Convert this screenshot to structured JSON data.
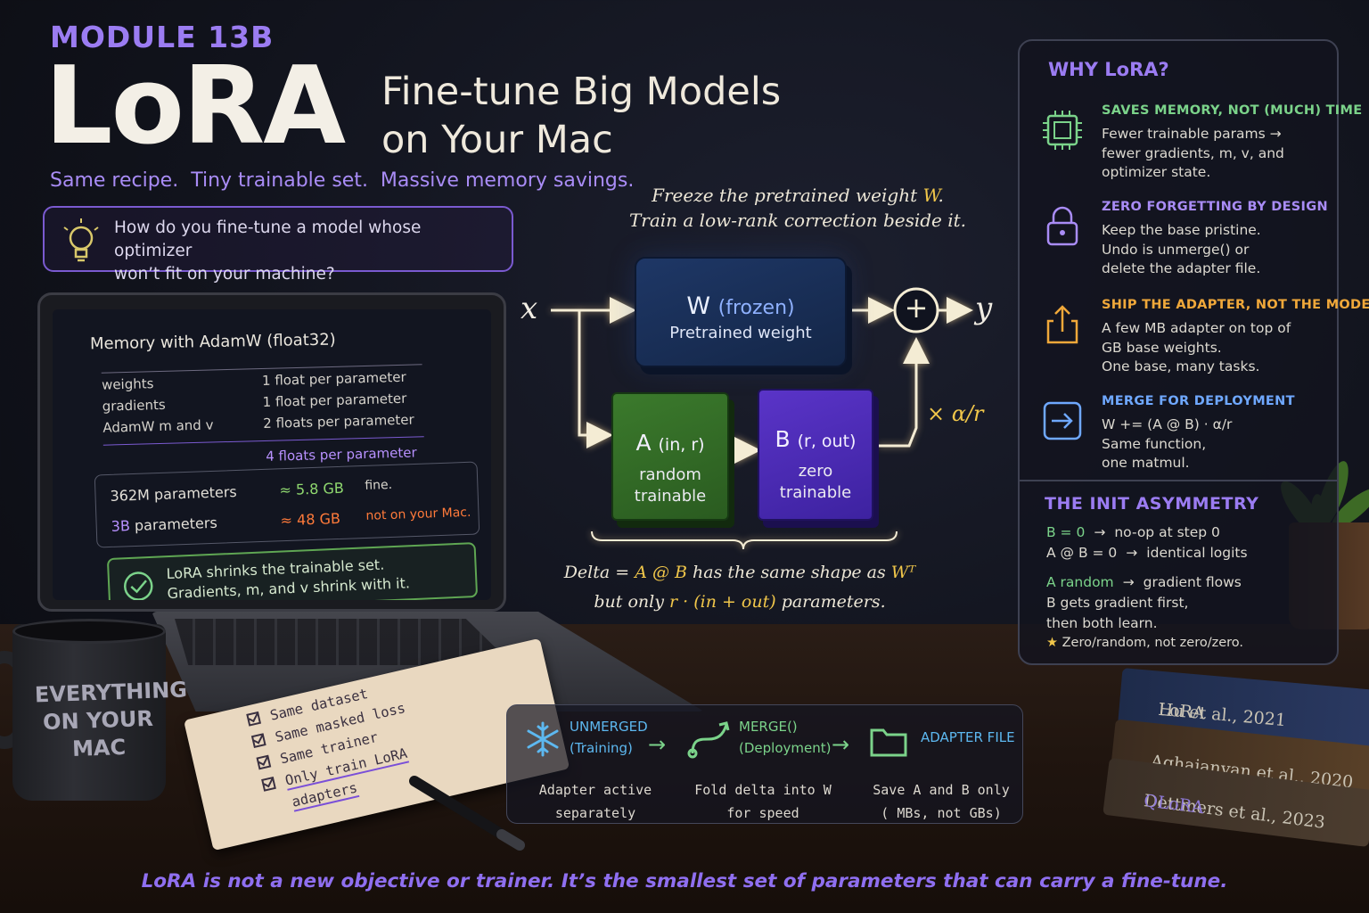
{
  "header": {
    "module": "MODULE 13B",
    "title": "LoRA",
    "subtitle_line1": "Fine-tune Big Models",
    "subtitle_line2": "on Your Mac",
    "tagline": "Same recipe.  Tiny trainable set.  Massive memory savings."
  },
  "question": {
    "line1": "How do you fine-tune a model whose optimizer",
    "line2": "won’t fit on your machine?"
  },
  "laptop": {
    "title": "Memory with AdamW (float32)",
    "rows": [
      {
        "label": "weights",
        "value": "1 float per parameter"
      },
      {
        "label": "gradients",
        "value": "1 float per parameter"
      },
      {
        "label": "AdamW m and v",
        "value": "2 floats per parameter"
      }
    ],
    "total": "4 floats per parameter",
    "params": [
      {
        "count": "362M parameters",
        "mem": "≈ 5.8 GB",
        "comment": "fine.",
        "color": "#8fd86f",
        "comment_color": "#d8d5cc"
      },
      {
        "count_num": "3B",
        "count_word": "parameters",
        "mem": "≈ 48 GB",
        "comment": "not on your Mac.",
        "color": "#ff7a3a",
        "comment_color": "#ff7a3a"
      }
    ],
    "lora_note_line1": "LoRA shrinks the trainable set.",
    "lora_note_line2": "Gradients, m, and v shrink with it."
  },
  "mug": {
    "line1": "EVERYTHING",
    "line2": "ON YOUR",
    "line3": "MAC"
  },
  "notepad": {
    "items": [
      "Same dataset",
      "Same masked loss",
      "Same trainer",
      "Only train LoRA"
    ],
    "last_line": "adapters"
  },
  "diagram": {
    "caption_line1_pre": "Freeze  the  pretrained  weight  ",
    "caption_w": "W",
    "caption_line1_post": ".",
    "caption_line2": "Train  a  low-rank  correction  beside  it.",
    "input": "x",
    "output": "y",
    "w_block": {
      "symbol": "W",
      "tag": "(frozen)",
      "desc": "Pretrained weight"
    },
    "a_block": {
      "symbol": "A",
      "shape": "(in, r)",
      "line1": "random",
      "line2": "trainable"
    },
    "b_block": {
      "symbol": "B",
      "shape": "(r, out)",
      "line1": "zero",
      "line2": "trainable"
    },
    "plus": "+",
    "scale": "× α/r",
    "delta_pre": "Delta  =  ",
    "delta_ab": "A @ B",
    "delta_mid": "  has  the  same  shape  as  ",
    "delta_wt": "Wᵀ",
    "delta2_pre": "but  only  ",
    "delta2_expr": "r · (in + out)",
    "delta2_post": "  parameters."
  },
  "pipeline": {
    "stages": [
      {
        "title": "UNMERGED",
        "sub": "(Training)",
        "desc1": "Adapter active",
        "desc2": "separately",
        "icon": "snowflake-icon"
      },
      {
        "title": "MERGE()",
        "sub": "(Deployment)",
        "desc1": "Fold delta into W",
        "desc2": "for speed",
        "icon": "merge-icon"
      },
      {
        "title": "ADAPTER FILE",
        "sub": "",
        "desc1": "Save A and B only",
        "desc2": "( MBs, not GBs)",
        "icon": "folder-icon"
      }
    ],
    "arrow": "→"
  },
  "panel": {
    "title": "WHY LoRA?",
    "reasons": [
      {
        "title": "SAVES MEMORY, NOT (MUCH) TIME",
        "lines": [
          "Fewer trainable params →",
          "fewer gradients, m, v, and",
          "optimizer state."
        ],
        "color": "#7bd38a",
        "icon": "chip-icon"
      },
      {
        "title": "ZERO FORGETTING BY DESIGN",
        "lines": [
          "Keep the base pristine.",
          "Undo is unmerge() or",
          "delete the adapter file."
        ],
        "color": "#a98cf6",
        "icon": "lock-icon"
      },
      {
        "title": "SHIP THE ADAPTER, NOT THE MODEL",
        "lines": [
          "A few MB adapter on top of",
          "GB base weights.",
          "One base, many tasks."
        ],
        "color": "#f0a83a",
        "icon": "share-icon"
      },
      {
        "title": "MERGE FOR DEPLOYMENT",
        "lines": [
          "W += (A @ B) · α/r",
          "Same function,",
          "one matmul."
        ],
        "color": "#6fa8ff",
        "icon": "merge-arrow-icon"
      }
    ],
    "init_title": "THE INIT ASYMMETRY",
    "init": {
      "l1_a": "B  =  0",
      "l1_b": "no-op at step 0",
      "l2_a": "A @ B = 0",
      "l2_b": "identical logits",
      "l3_a": "A  random",
      "l3_b": "gradient flows",
      "l4": "B  gets gradient first,",
      "l5": "then both learn.",
      "note": "Zero/random, not zero/zero.",
      "arrow": "→",
      "star": "★"
    }
  },
  "books": [
    {
      "author": "Hu et al., 2021",
      "title": "LoRA"
    },
    {
      "author": "Aghajanyan et al., 2020",
      "title": ""
    },
    {
      "author": "Dettmers et al., 2023",
      "title": "QLoRA"
    }
  ],
  "footer": "LoRA is not a new objective or trainer. It’s the smallest set of parameters that can carry a fine-tune."
}
